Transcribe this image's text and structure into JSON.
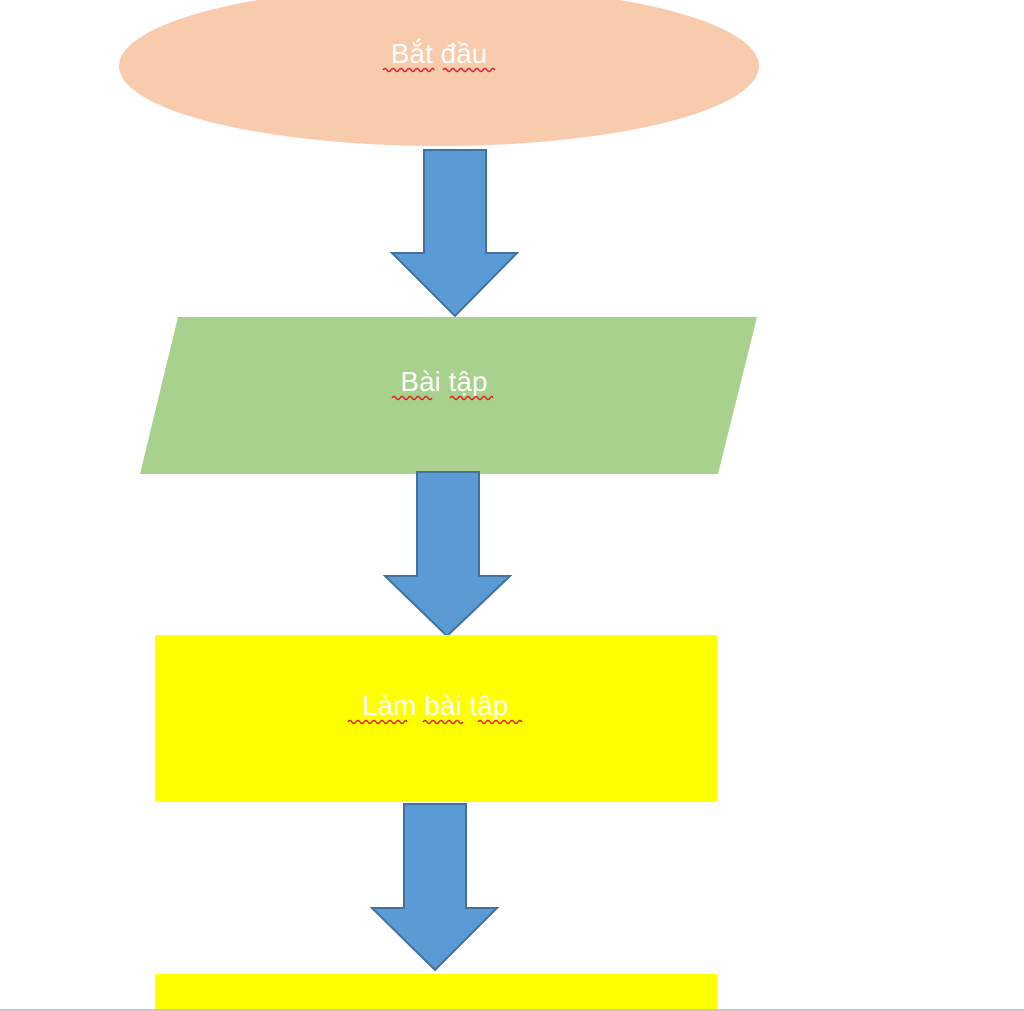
{
  "colors": {
    "background": "#ffffff",
    "start_fill": "#f8cbad",
    "input_fill": "#a9d18e",
    "process_fill": "#ffff00",
    "arrow_fill": "#5b9bd5",
    "arrow_stroke": "#41719c",
    "label_color": "#ffffff",
    "spellcheck_underline": "#e02020"
  },
  "flowchart": {
    "start": {
      "shape": "ellipse",
      "label": "Bắt đầu"
    },
    "input": {
      "shape": "parallelogram",
      "label": "Bài tập"
    },
    "process": {
      "shape": "rectangle",
      "label": "Làm bài tập"
    },
    "next": {
      "shape": "rectangle",
      "label": ""
    },
    "arrows": [
      {
        "icon": "down-arrow-icon"
      },
      {
        "icon": "down-arrow-icon"
      },
      {
        "icon": "down-arrow-icon"
      }
    ]
  }
}
